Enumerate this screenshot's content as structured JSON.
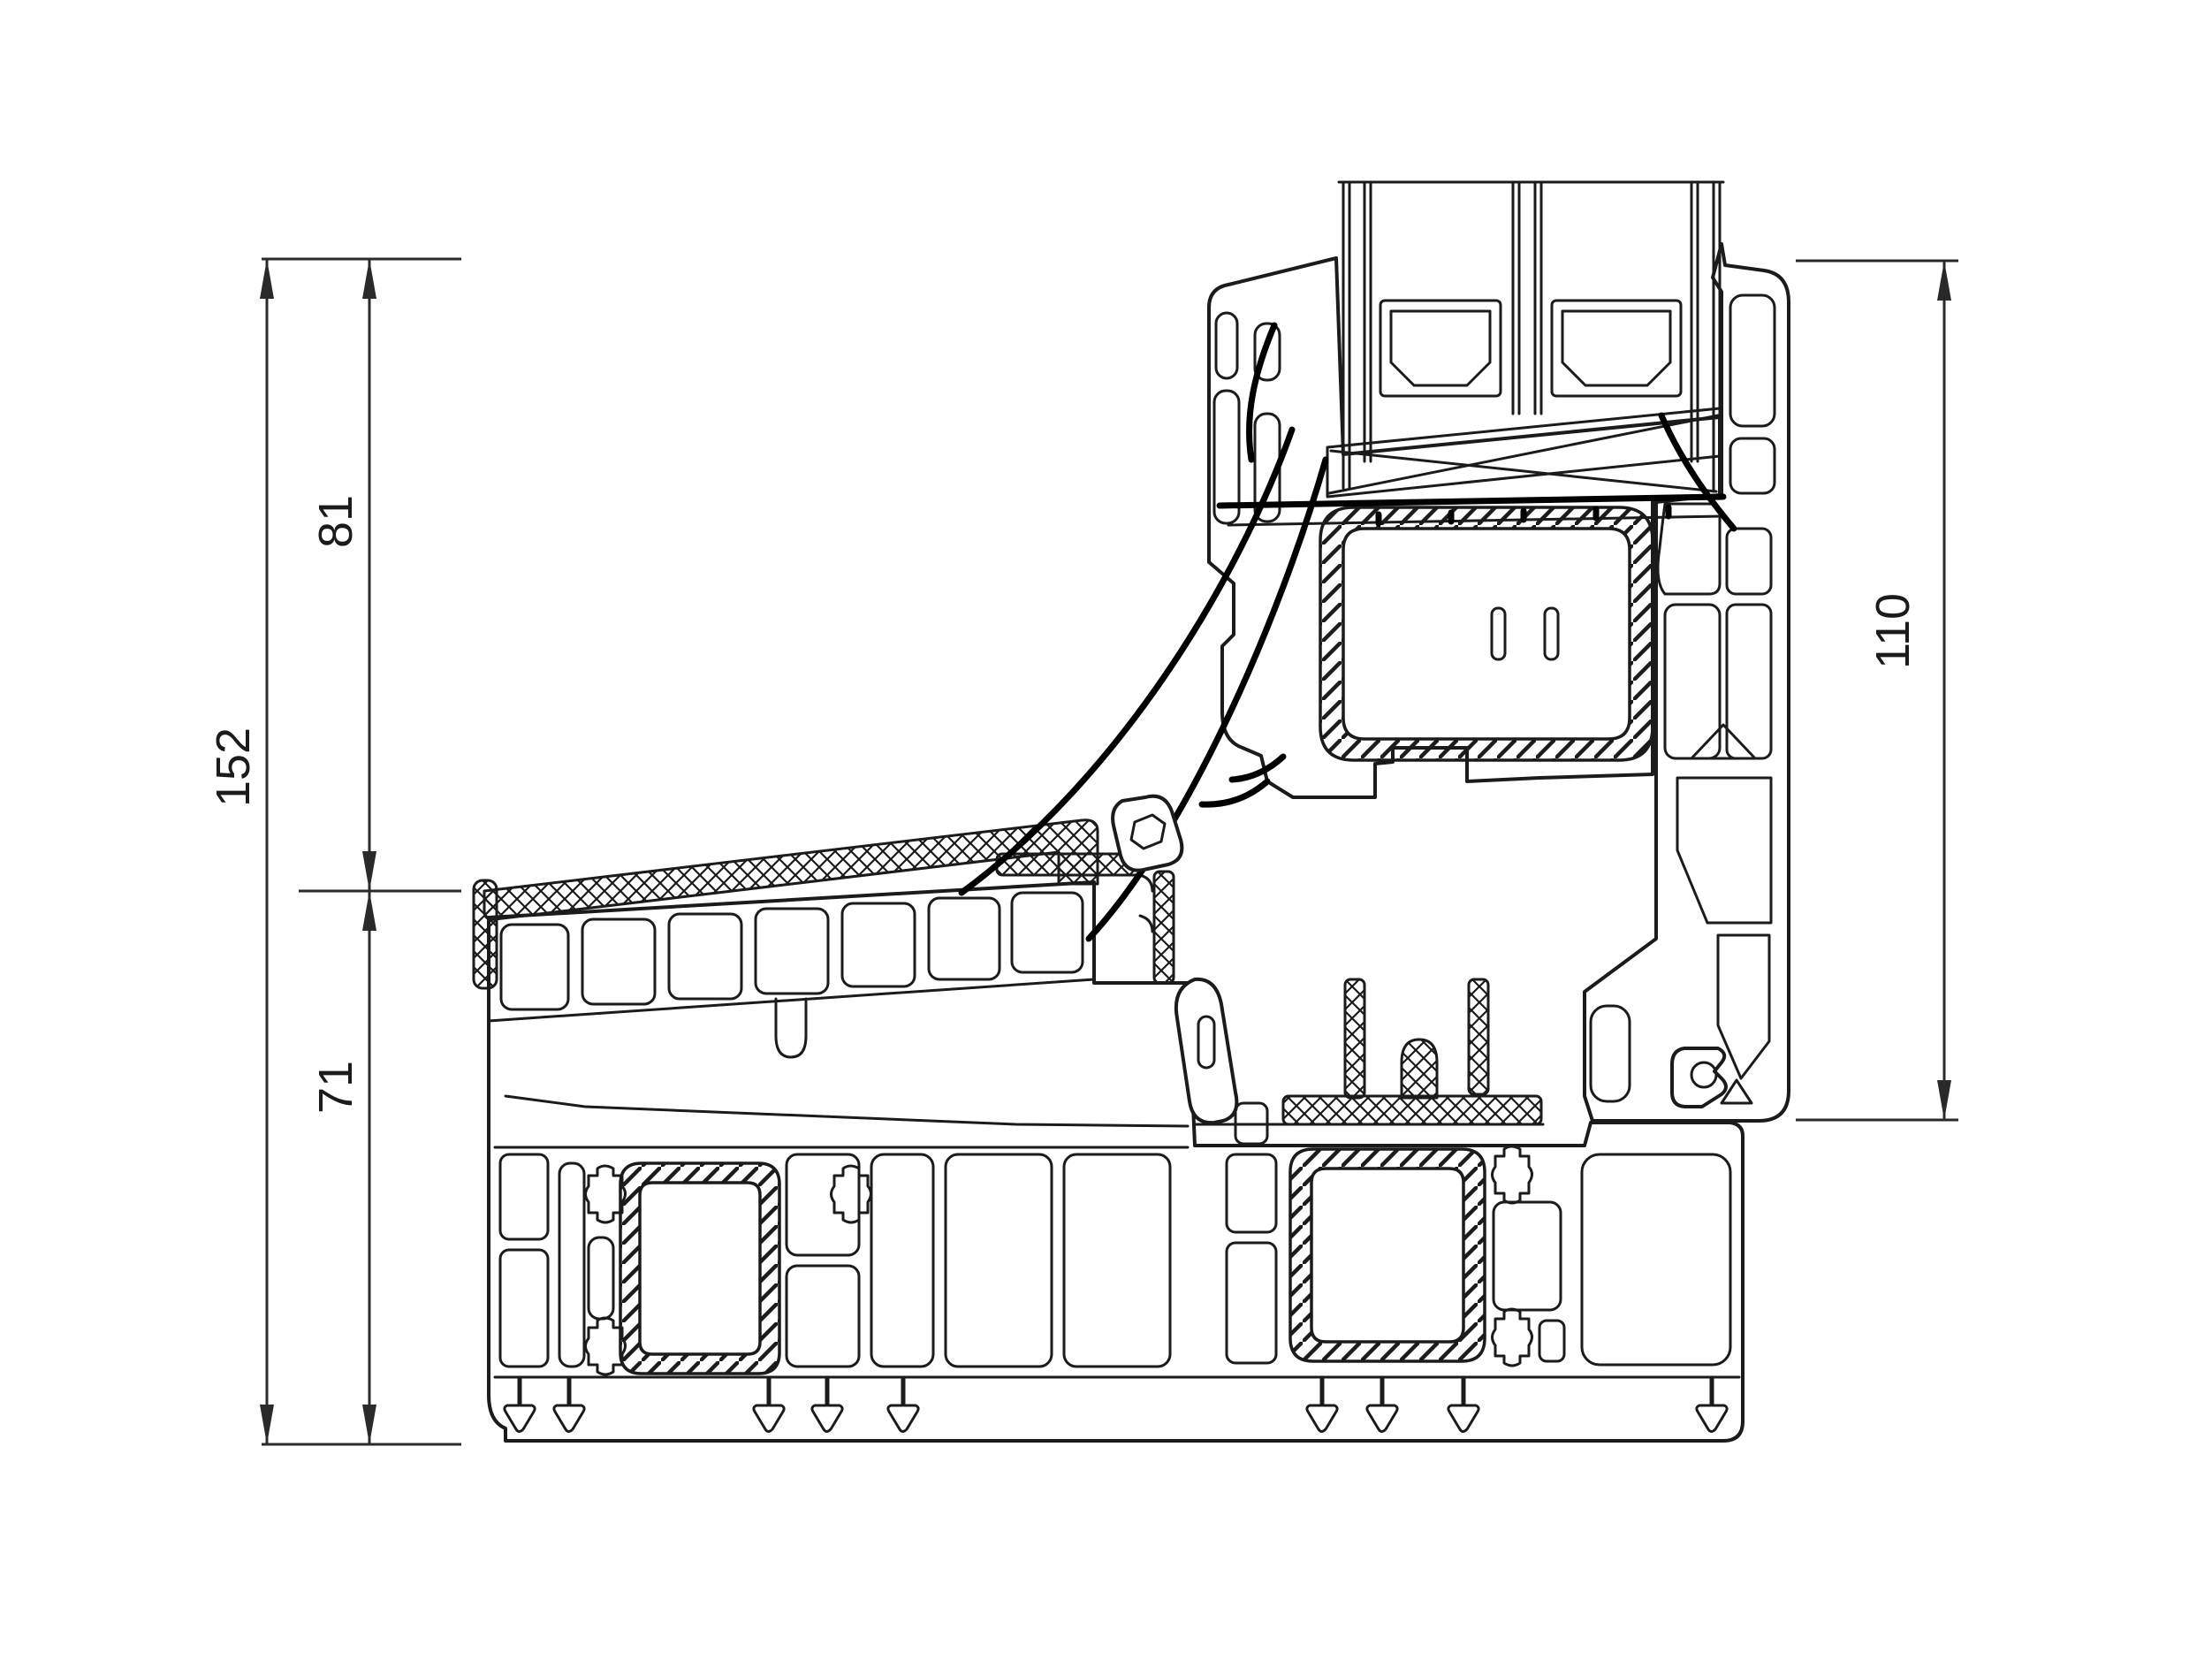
{
  "drawing": {
    "type": "technical-cross-section",
    "subject": "PVC window frame, sash and sill profile section with glazing",
    "background_color": "#ffffff",
    "line_color": "#1b1b1b",
    "dimensions": {
      "overall_height": {
        "value": "152",
        "side": "left",
        "orientation": "vertical"
      },
      "upper_height": {
        "value": "81",
        "side": "left",
        "orientation": "vertical"
      },
      "lower_height": {
        "value": "71",
        "side": "left",
        "orientation": "vertical"
      },
      "frame_height": {
        "value": "110",
        "side": "right",
        "orientation": "vertical"
      }
    }
  }
}
